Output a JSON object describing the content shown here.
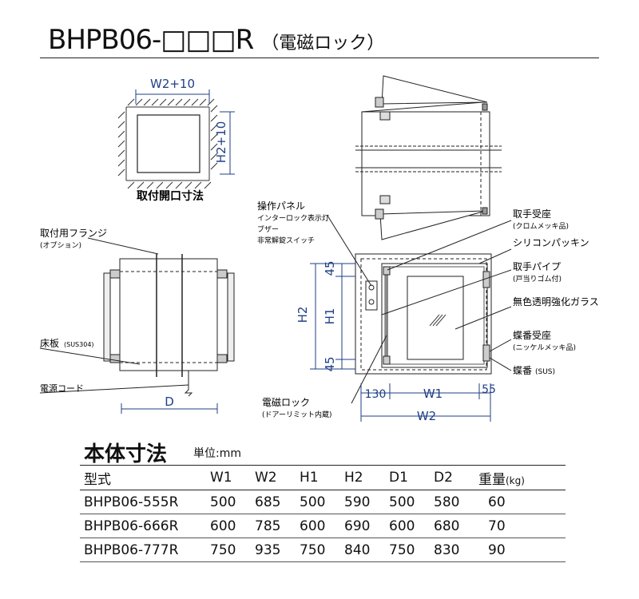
{
  "header": {
    "title": "BHPB06-□□□R",
    "subtitle": "（電磁ロック）"
  },
  "opening_diagram": {
    "width_label": "W2+10",
    "height_label": "H2+10",
    "caption": "取付開口寸法"
  },
  "side_view": {
    "flange_label": "取付用フランジ",
    "flange_sub": "(オプション)",
    "floor_label": "床板",
    "floor_sub": "(SUS304)",
    "cord_label": "電源コード",
    "depth_label": "D"
  },
  "front_view": {
    "panel_label": "操作パネル",
    "panel_sub": [
      "インターロック表示灯",
      "ブザー",
      "非常解錠スイッチ"
    ],
    "lock_label": "電磁ロック",
    "lock_sub": "(ドアーリミット内蔵)",
    "dim_45_top": "45",
    "dim_45_bottom": "45",
    "dim_h1": "H1",
    "dim_h2": "H2",
    "dim_130": "130",
    "dim_w1": "W1",
    "dim_55": "55",
    "dim_w2": "W2",
    "callouts": [
      {
        "label": "取手受座",
        "sub": "(クロムメッキ品)"
      },
      {
        "label": "シリコンパッキン",
        "sub": ""
      },
      {
        "label": "取手パイプ",
        "sub": "(戸当りゴム付)"
      },
      {
        "label": "無色透明強化ガラス",
        "sub": ""
      },
      {
        "label": "蝶番受座",
        "sub": "(ニッケルメッキ品)"
      },
      {
        "label": "蝶番",
        "sub": "(SUS)"
      }
    ]
  },
  "spec_section": {
    "heading": "本体寸法",
    "unit": "単位:mm",
    "columns": [
      "型式",
      "W1",
      "W2",
      "H1",
      "H2",
      "D1",
      "D2",
      "重量"
    ],
    "weight_unit": "(kg)",
    "rows": [
      [
        "BHPB06-555R",
        "500",
        "685",
        "500",
        "590",
        "500",
        "580",
        "60"
      ],
      [
        "BHPB06-666R",
        "600",
        "785",
        "600",
        "690",
        "600",
        "680",
        "70"
      ],
      [
        "BHPB06-777R",
        "750",
        "935",
        "750",
        "840",
        "750",
        "830",
        "90"
      ]
    ]
  },
  "colors": {
    "dimension_blue": "#1f3f86",
    "line": "#222222"
  }
}
